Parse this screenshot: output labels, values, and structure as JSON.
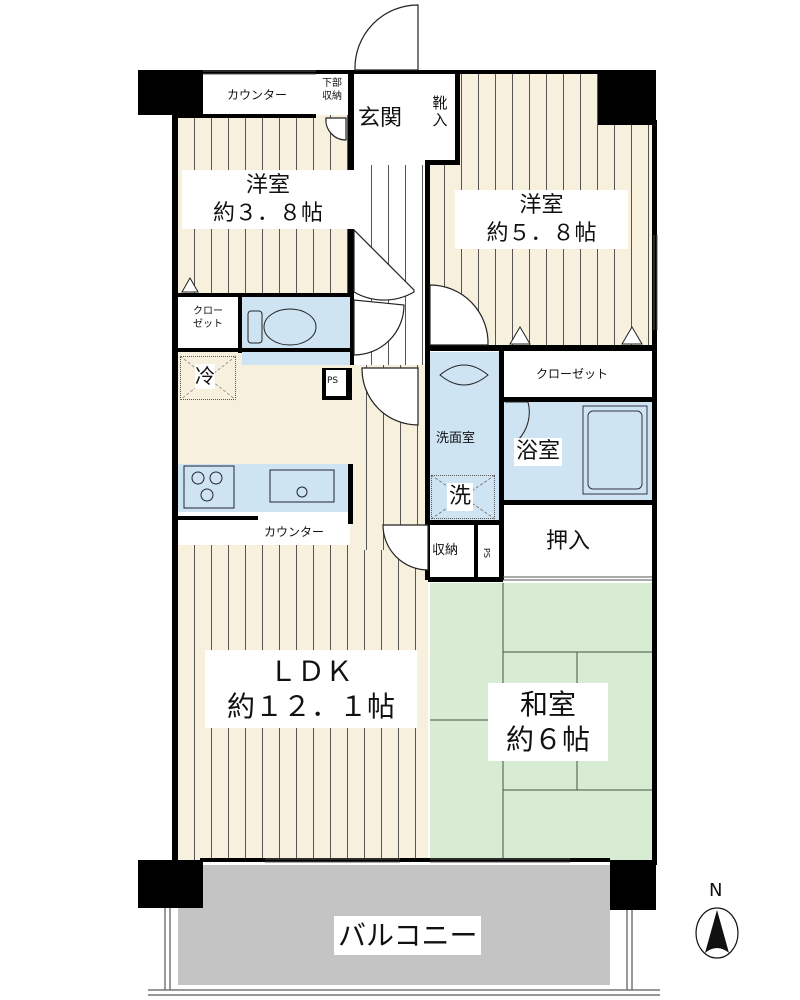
{
  "floorplan": {
    "rooms": {
      "western_room_1": {
        "name": "洋室",
        "size": "約３．８帖"
      },
      "western_room_2": {
        "name": "洋室",
        "size": "約５．８帖"
      },
      "ldk": {
        "name": "ＬＤＫ",
        "size": "約１２．１帖"
      },
      "japanese_room": {
        "name": "和室",
        "size": "約６帖"
      },
      "entrance": {
        "name": "玄関"
      },
      "shoe_storage": {
        "name": "靴入"
      },
      "washroom": {
        "name": "洗面室"
      },
      "bathroom": {
        "name": "浴室"
      },
      "oshiire": {
        "name": "押入"
      },
      "balcony": {
        "name": "バルコニー"
      }
    },
    "fixtures": {
      "counter_top": "カウンター",
      "under_storage_line1": "下部",
      "under_storage_line2": "収納",
      "closet_small_line1": "クロー",
      "closet_small_line2": "ゼット",
      "closet_wide": "クローゼット",
      "fridge": "冷",
      "ps_1": "PS",
      "ps_2": "PS",
      "kitchen_counter": "カウンター",
      "washer": "洗",
      "storage": "収納"
    },
    "compass": {
      "label": "N"
    },
    "colors": {
      "wood_floor": "#f7f0dc",
      "wet_area": "#cfe4f3",
      "tatami": "#d8ebd3",
      "balcony": "#c4c4c4",
      "wall": "#000000"
    }
  }
}
